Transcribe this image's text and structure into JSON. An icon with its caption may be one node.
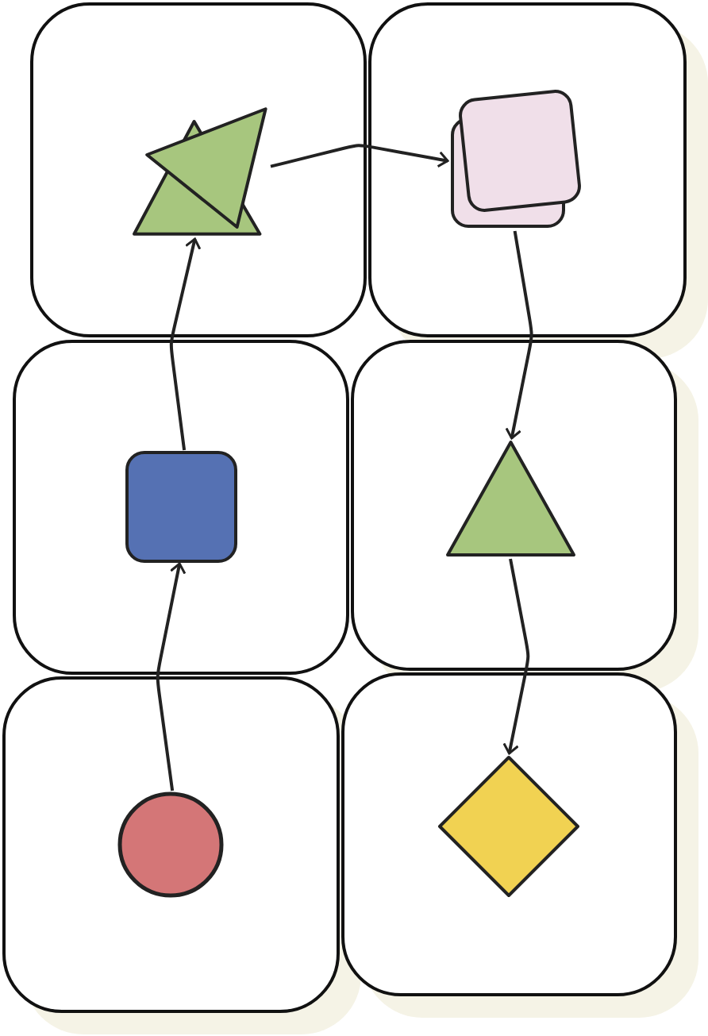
{
  "diagram": {
    "nodes": [
      {
        "text": [],
        "shape": "box"
      },
      {
        "text": [],
        "shape": "triangle",
        "in": 0
      },
      {
        "text": [],
        "shape": "box"
      },
      {
        "text": [],
        "shape": "square",
        "in": 2
      },
      {
        "text": [],
        "shape": "box"
      },
      {
        "text": [],
        "shape": "square",
        "in": 4
      },
      {
        "text": [],
        "shape": "box"
      },
      {
        "text": [],
        "shape": "triangle",
        "in": 6
      },
      {
        "text": [],
        "shape": "box"
      },
      {
        "text": [],
        "shape": "circle",
        "in": 8
      },
      {
        "text": [],
        "shape": "box"
      },
      {
        "text": [],
        "shape": "diamond",
        "in": 10
      }
    ],
    "edges": [
      {
        "from": 9,
        "to": 5,
        "arrow": "to"
      },
      {
        "from": 5,
        "to": 1,
        "arrow": "to"
      },
      {
        "from": 1,
        "to": 3,
        "arrow": "to"
      },
      {
        "from": 3,
        "to": 7,
        "arrow": "to"
      },
      {
        "from": 7,
        "to": 11,
        "arrow": "to"
      }
    ]
  }
}
